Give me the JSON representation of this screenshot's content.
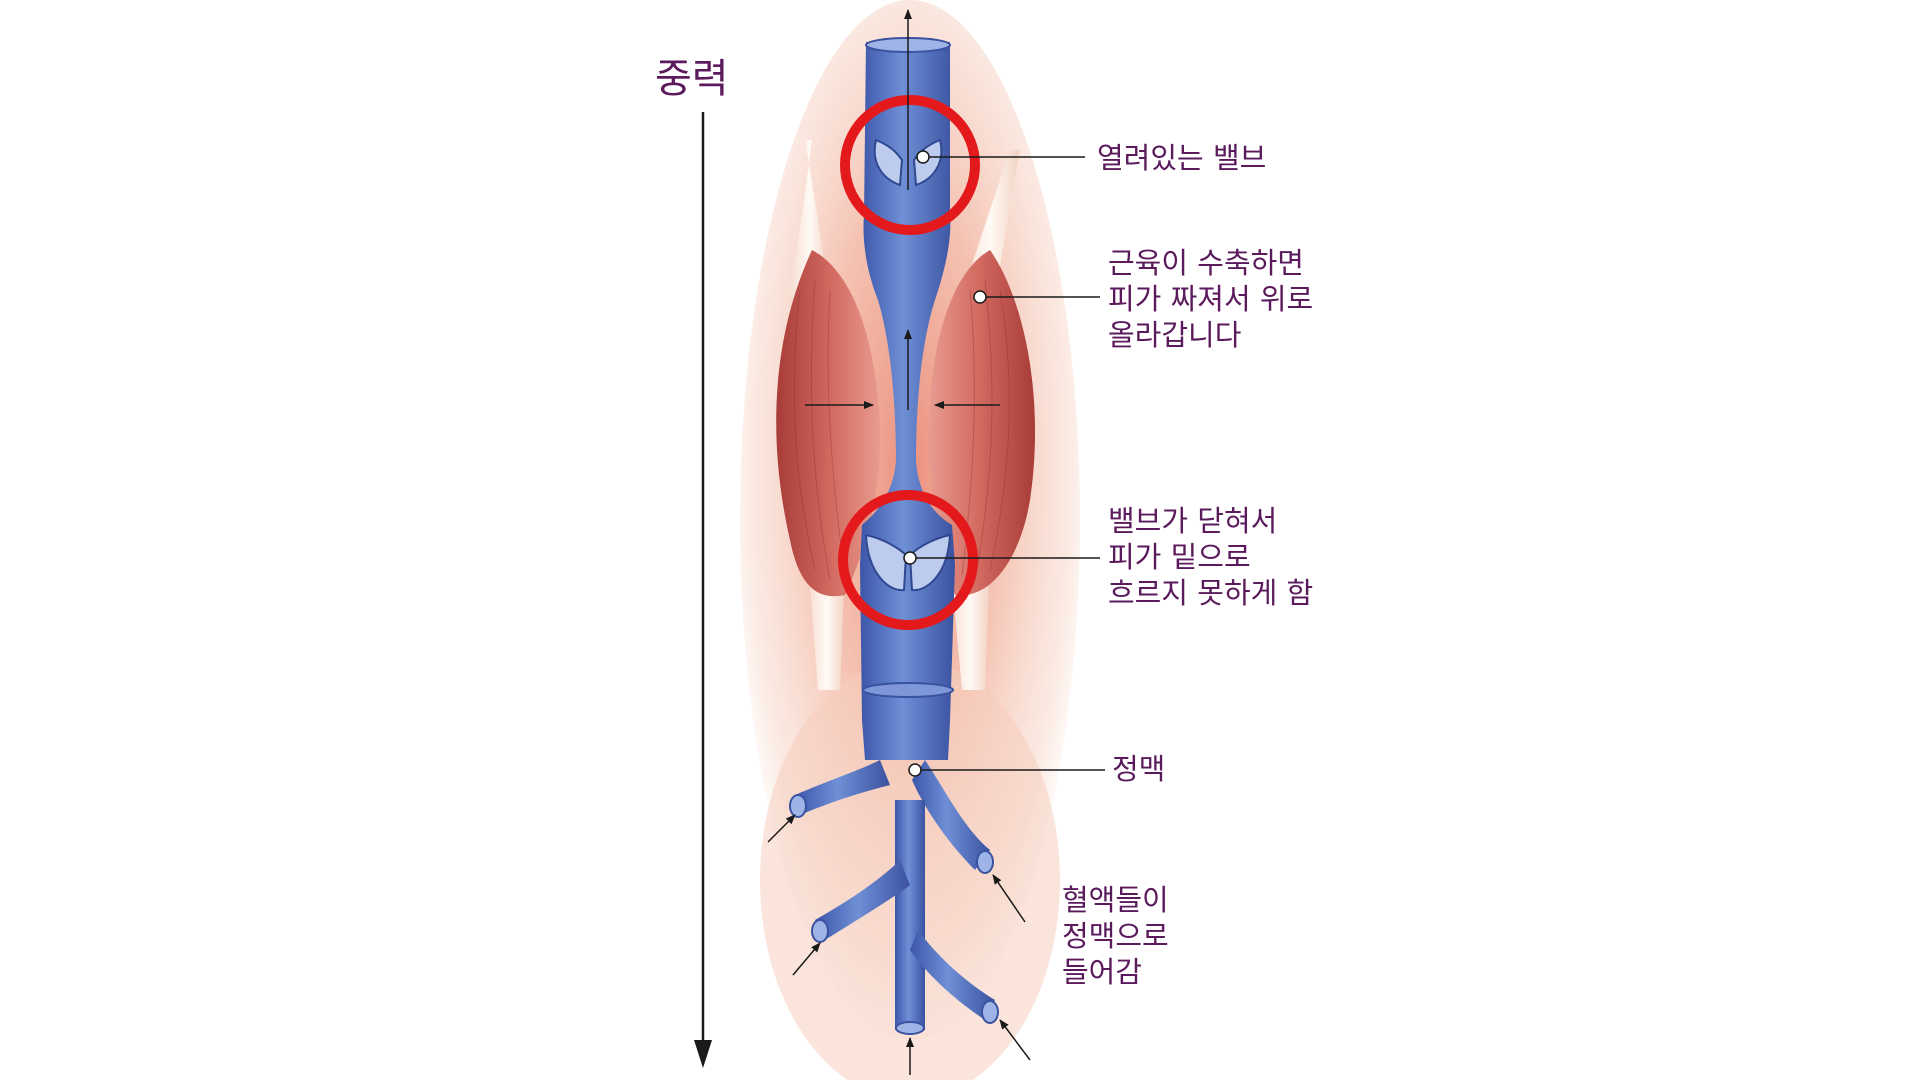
{
  "gravity": {
    "label": "중력"
  },
  "labels": {
    "open_valve": "열려있는 밸브",
    "muscle_contract": [
      "근육이 수축하면",
      "피가 짜져서 위로",
      "올라갑니다"
    ],
    "closed_valve": [
      "밸브가 닫혀서",
      "피가 밑으로",
      "흐르지 못하게 함"
    ],
    "vein": "정맥",
    "blood_enters": [
      "혈액들이",
      "정맥으로",
      "들어감"
    ]
  },
  "colors": {
    "label_text": "#5a1a5c",
    "highlight_circle": "#e3191b",
    "vein": "#5b79c4",
    "muscle": "#c0504a",
    "tissue": "#f2bca6"
  },
  "icons": [
    "up-arrow-icon",
    "down-arrow-icon",
    "inward-arrow-icon"
  ]
}
